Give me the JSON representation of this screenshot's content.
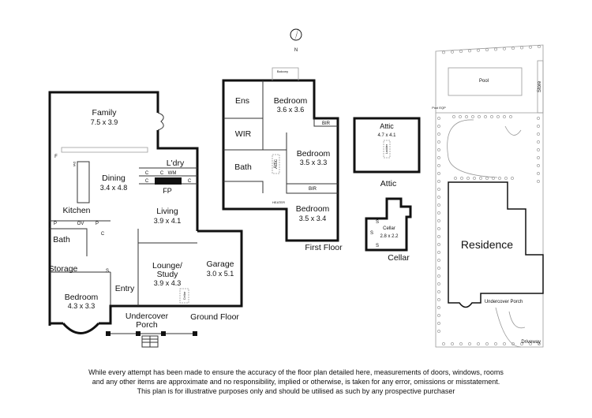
{
  "north": {
    "label": "N"
  },
  "ground_floor": {
    "caption": "Ground Floor",
    "rooms": {
      "family": {
        "name": "Family",
        "size": "7.5 x 3.9"
      },
      "dining": {
        "name": "Dining",
        "size": "3.4 x 4.8"
      },
      "kitchen": {
        "name": "Kitchen"
      },
      "laundry": {
        "name": "L'dry"
      },
      "living": {
        "name": "Living",
        "size": "3.9 x 4.1"
      },
      "lounge": {
        "name1": "Lounge/",
        "name2": "Study",
        "size": "3.9 x 4.3"
      },
      "garage": {
        "name": "Garage",
        "size": "3.0 x 5.1"
      },
      "entry": {
        "name": "Entry"
      },
      "bedroom": {
        "name": "Bedroom",
        "size": "4.3 x 3.3"
      },
      "bath": {
        "name": "Bath"
      },
      "storage": {
        "name": "Storage"
      },
      "porch": {
        "name1": "Undercover",
        "name2": "Porch"
      }
    },
    "fixtures": {
      "fp": "FP",
      "f": "F",
      "c": "C",
      "wm": "WM",
      "p": "P",
      "s": "S",
      "dw": "DW",
      "ov": "OV",
      "cellar": "Cellar"
    }
  },
  "first_floor": {
    "caption": "First Floor",
    "rooms": {
      "main_bedroom": {
        "name": "Bedroom",
        "size": "3.6 x 3.6"
      },
      "ens": {
        "name": "Ens"
      },
      "wir": {
        "name": "WIR"
      },
      "bath": {
        "name": "Bath"
      },
      "attic_hatch": {
        "name": "Attic"
      },
      "bedroom2": {
        "name": "Bedroom",
        "size": "3.5 x 3.3"
      },
      "bedroom3": {
        "name": "Bedroom",
        "size": "3.5 x 3.4"
      },
      "bir1": {
        "name": "BIR"
      },
      "bir2": {
        "name": "BIR"
      },
      "balcony": {
        "name": "Balcony"
      },
      "heater": {
        "name": "HEATER"
      }
    }
  },
  "attic": {
    "caption": "Attic",
    "name": "Attic",
    "size": "4.7 x 4.1",
    "ladder": "Ladder"
  },
  "cellar": {
    "caption": "Cellar",
    "name": "Cellar",
    "size": "2.8 x 2.2",
    "s": "S"
  },
  "site": {
    "pool": "Pool",
    "store": "Store",
    "residence": "Residence",
    "porch": "Undercover Porch",
    "driveway": "Driveway",
    "pool_eqp": "Pool EQP"
  },
  "disclaimer": [
    "While every attempt has been made to ensure the accuracy of the floor plan detailed here, measurements of doors, windows, rooms",
    "and any other items are approximate and no responsibility, implied or otherwise, is taken for any error, omissions or misstatement.",
    "This plan is for illustrative purposes only and should be utilised as such by any prospective purchaser"
  ]
}
